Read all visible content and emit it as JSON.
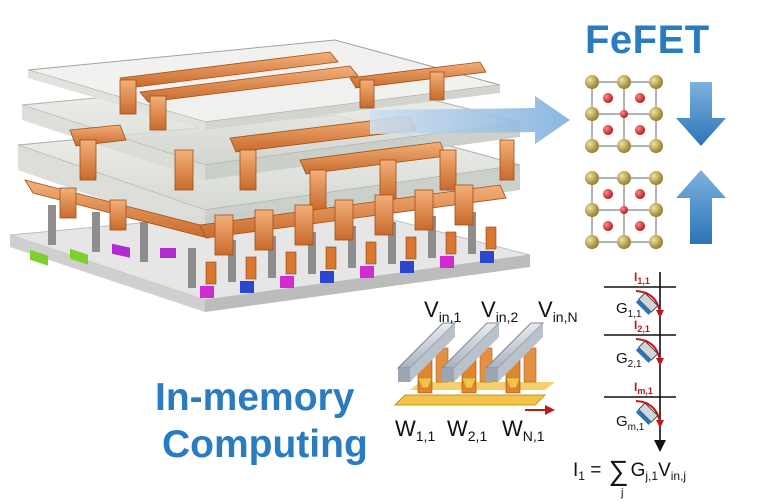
{
  "fefet": {
    "title": "FeFET"
  },
  "imc": {
    "line1": "In-memory",
    "line2": "Computing"
  },
  "crossbar": {
    "v_inputs": [
      {
        "main": "V",
        "sub": "in,1"
      },
      {
        "main": "V",
        "sub": "in,2"
      },
      {
        "main": "V",
        "sub": "in,N"
      }
    ],
    "w_labels": [
      {
        "main": "W",
        "sub": "1,1"
      },
      {
        "main": "W",
        "sub": "2,1"
      },
      {
        "main": "W",
        "sub": "N,1"
      }
    ]
  },
  "column": {
    "currents": [
      {
        "main": "I",
        "sub": "1,1"
      },
      {
        "main": "I",
        "sub": "2,1"
      },
      {
        "main": "I",
        "sub": "m,1"
      }
    ],
    "conductances": [
      {
        "main": "G",
        "sub": "1,1"
      },
      {
        "main": "G",
        "sub": "2,1"
      },
      {
        "main": "G",
        "sub": "m,1"
      }
    ]
  },
  "equation": {
    "lhs": "I",
    "lhs_sub": "1",
    "eq": " = ",
    "sigma": "∑",
    "term1": "G",
    "term1_sub": "j,1",
    "term2": "V",
    "term2_sub": "in,j",
    "index": "j"
  },
  "colors": {
    "accent_blue": "#2a7cc0",
    "copper": "#e0894b",
    "current_red": "#c0171b",
    "atom_gold": "#b09a3a",
    "atom_red": "#d8262b"
  }
}
